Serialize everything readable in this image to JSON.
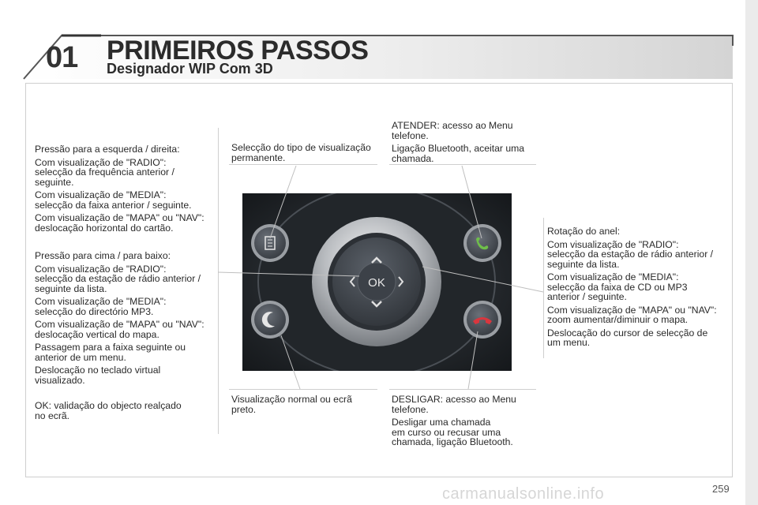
{
  "header": {
    "chapter": "01",
    "title": "PRIMEIROS PASSOS",
    "subtitle": "Designador WIP Com 3D"
  },
  "colors": {
    "header_gradient_start": "#ffffff",
    "header_gradient_end": "#d9d9d9",
    "text": "#2a2a2a",
    "divider": "#cfcfcf",
    "call_green": "#6fbf4a",
    "hangup_red": "#d9363e"
  },
  "left_column": {
    "horizontal": [
      "Pressão para a esquerda / direita:",
      "Com visualização de \"RADIO\":\nselecção da frequência anterior /\nseguinte.",
      "Com visualização de \"MEDIA\":\nselecção da faixa anterior / seguinte.",
      "Com visualização de \"MAPA\" ou \"NAV\":\ndeslocação horizontal do cartão."
    ],
    "vertical": [
      "Pressão para cima / para baixo:",
      "Com visualização de \"RADIO\":\nselecção da estação de rádio anterior /\nseguinte da lista.",
      "Com visualização de \"MEDIA\":\nselecção do directório MP3.",
      "Com visualização de \"MAPA\" ou \"NAV\":\ndeslocação vertical do mapa.",
      "Passagem para a faixa seguinte ou\nanterior de um menu.",
      "Deslocação no teclado virtual\nvisualizado."
    ],
    "ok": "OK: validação do objecto realçado\nno ecrã."
  },
  "callouts": {
    "display_type": "Selecção do tipo de visualização\npermanente.",
    "answer": [
      "ATENDER: acesso ao Menu\ntelefone.",
      "Ligação Bluetooth, aceitar uma\nchamada."
    ],
    "night_mode": "Visualização normal ou ecrã\npreto.",
    "hangup": [
      "DESLIGAR: acesso ao Menu\ntelefone.",
      "Desligar uma chamada\nem curso ou recusar uma\nchamada, ligação Bluetooth."
    ]
  },
  "right_column": [
    "Rotação do anel:",
    "Com visualização de \"RADIO\":\nselecção da estação de rádio anterior /\nseguinte da lista.",
    "Com visualização de \"MEDIA\":\nselecção da faixa de CD ou MP3\nanterior / seguinte.",
    "Com visualização de \"MAPA\" ou \"NAV\":\nzoom aumentar/diminuir o mapa.",
    "Deslocação do cursor de selecção de\num menu."
  ],
  "controller": {
    "center_label": "OK",
    "icons": [
      "menu-list-icon",
      "phone-answer-icon",
      "night-mode-icon",
      "phone-hangup-icon",
      "chevron-up-icon",
      "chevron-down-icon",
      "chevron-left-icon",
      "chevron-right-icon"
    ]
  },
  "footer": {
    "page_number": "259",
    "watermark": "carmanualsonline.info"
  }
}
